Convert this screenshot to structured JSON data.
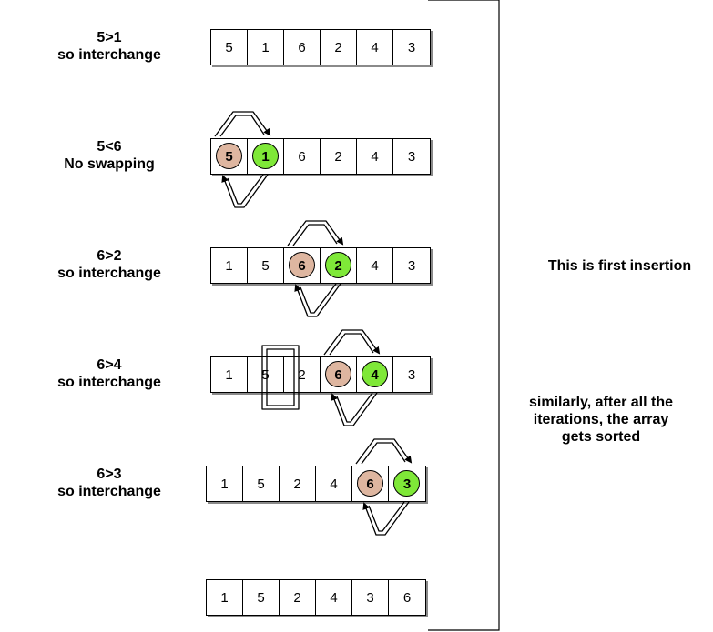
{
  "colors": {
    "tan": "#deb6a0",
    "green": "#7fe838",
    "shadow": "#8a8a8a"
  },
  "steps": [
    {
      "line1": "5>1",
      "line2": "so interchange",
      "values": [
        "5",
        "1",
        "6",
        "2",
        "4",
        "3"
      ],
      "highlight": []
    },
    {
      "line1": "5<6",
      "line2": "No swapping",
      "values": [
        "5",
        "1",
        "6",
        "2",
        "4",
        "3"
      ],
      "highlight": [
        {
          "index": 0,
          "color": "tan"
        },
        {
          "index": 1,
          "color": "green"
        }
      ]
    },
    {
      "line1": "6>2",
      "line2": "so interchange",
      "values": [
        "1",
        "5",
        "6",
        "2",
        "4",
        "3"
      ],
      "highlight": [
        {
          "index": 2,
          "color": "tan"
        },
        {
          "index": 3,
          "color": "green"
        }
      ]
    },
    {
      "line1": "6>4",
      "line2": "so interchange",
      "values": [
        "1",
        "5",
        "2",
        "6",
        "4",
        "3"
      ],
      "highlight": [
        {
          "index": 3,
          "color": "tan"
        },
        {
          "index": 4,
          "color": "green"
        }
      ]
    },
    {
      "line1": "6>3",
      "line2": "so interchange",
      "values": [
        "1",
        "5",
        "2",
        "4",
        "6",
        "3"
      ],
      "highlight": [
        {
          "index": 4,
          "color": "tan"
        },
        {
          "index": 5,
          "color": "green"
        }
      ]
    },
    {
      "line1": "",
      "line2": "",
      "values": [
        "1",
        "5",
        "2",
        "4",
        "3",
        "6"
      ],
      "highlight": []
    }
  ],
  "notes": {
    "first_insertion": "This is first insertion",
    "similarly": [
      "similarly, after all the",
      "iterations, the array",
      "gets sorted"
    ]
  }
}
